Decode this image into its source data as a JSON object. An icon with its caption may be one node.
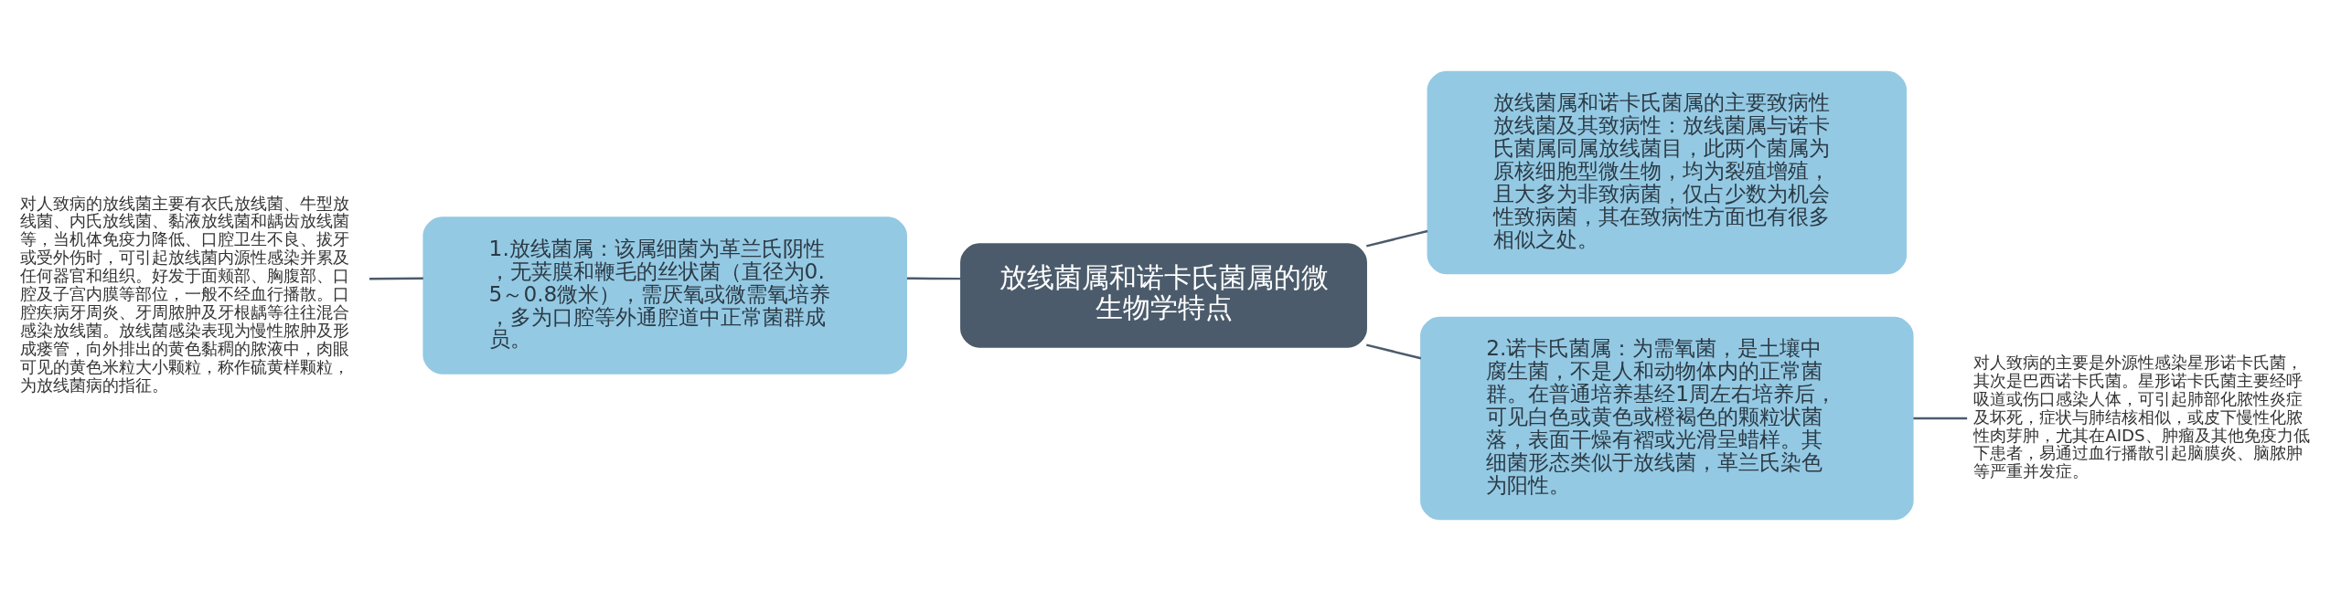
{
  "diagram": {
    "nodes": [
      {
        "text": [
          "放线菌属和诺卡氏菌属的微生物学特点"
        ]
      },
      {
        "text": [
          "放线菌属和诺卡氏菌属的主要致病性放线菌及其致病性：放线菌属与诺卡氏菌属同属放线菌目，此两个菌属为原核细胞型微生物，均为裂殖增殖，且大多为非致病菌，仅占少数为机会性致病菌，其在致病性方面也有很多相似之处。"
        ]
      },
      {
        "text": [
          "2.诺卡氏菌属：为需氧菌，是土壤中腐生菌，不是人和动物体内的正常菌群。在普通培养基经1周左右培养后，可见白色或黄色或橙褐色的颗粒状菌落，表面干燥有褶或光滑呈蜡样。其细菌形态类似于放线菌，革兰氏染色为阳性。"
        ]
      },
      {
        "text": [
          "对人致病的主要是外源性感染星形诺卡氏菌，其次是巴西诺卡氏菌。星形诺卡氏菌主要经呼吸道或伤口感染人体，可引起肺部化脓性炎症及坏死，症状与肺结核相似，或皮下慢性化脓性肉芽肿，尤其在AIDS、肿瘤及其他免疫力低下患者，易通过血行播散引起脑膜炎、脑脓肿等严重并发症。"
        ]
      },
      {
        "text": [
          "1.放线菌属：该属细菌为革兰氏阴性，无荚膜和鞭毛的丝状菌（直径为0.5～0.8微米），需厌氧或微需氧培养，多为口腔等外通腔道中正常菌群成员。"
        ]
      },
      {
        "text": [
          "对人致病的放线菌主要有衣氏放线菌、牛型放线菌、内氏放线菌、黏液放线菌和龋齿放线菌等，当机体免疫力降低、口腔卫生不良、拔牙或受外伤时，可引起放线菌内源性感染并累及任何器官和组织。好发于面颊部、胸腹部、口腔及子宫内膜等部位，一般不经血行播散。口腔疾病牙周炎、牙周脓肿及牙根龋等往往混合感染放线菌。放线菌感染表现为慢性脓肿及形成瘘管，向外排出的黄色黏稠的脓液中，肉眼可见的黄色米粒大小颗粒，称作硫黄样颗粒，为放线菌病的指征。"
        ]
      }
    ],
    "edges": [
      {
        "from": 0,
        "to": 1,
        "arrow": "none"
      },
      {
        "from": 0,
        "to": 2,
        "arrow": "none"
      },
      {
        "from": 2,
        "to": 3,
        "arrow": "none"
      },
      {
        "from": 0,
        "to": 4,
        "arrow": "none"
      },
      {
        "from": 4,
        "to": 5,
        "arrow": "none"
      }
    ]
  }
}
